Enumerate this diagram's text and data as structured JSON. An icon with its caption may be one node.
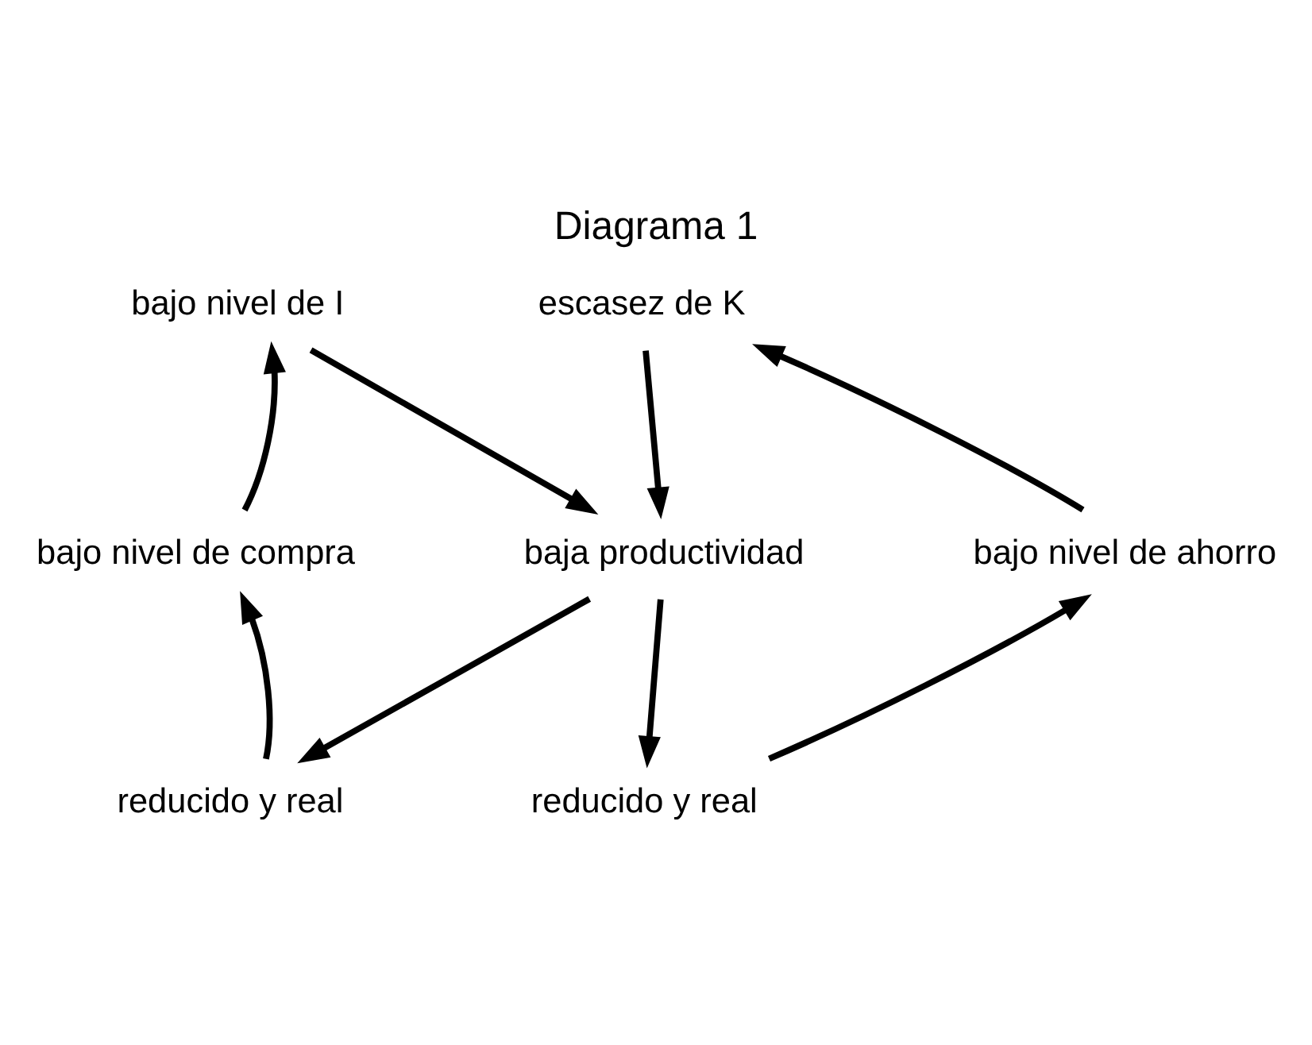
{
  "diagram": {
    "title": "Diagrama 1",
    "nodes": [
      {
        "text": [
          "bajo nivel de I"
        ]
      },
      {
        "text": [
          "escasez de K"
        ]
      },
      {
        "text": [
          "bajo nivel de compra"
        ]
      },
      {
        "text": [
          "baja productividad"
        ]
      },
      {
        "text": [
          "bajo nivel de ahorro"
        ]
      },
      {
        "text": [
          "reducido y real"
        ]
      },
      {
        "text": [
          "reducido y real"
        ]
      }
    ],
    "edges": [
      {
        "from": 2,
        "to": 0,
        "arrow": "to"
      },
      {
        "from": 0,
        "to": 3,
        "arrow": "to"
      },
      {
        "from": 1,
        "to": 3,
        "arrow": "to"
      },
      {
        "from": 3,
        "to": 5,
        "arrow": "to"
      },
      {
        "from": 5,
        "to": 2,
        "arrow": "to"
      },
      {
        "from": 3,
        "to": 6,
        "arrow": "to"
      },
      {
        "from": 6,
        "to": 4,
        "arrow": "to"
      },
      {
        "from": 4,
        "to": 1,
        "arrow": "to"
      }
    ]
  }
}
